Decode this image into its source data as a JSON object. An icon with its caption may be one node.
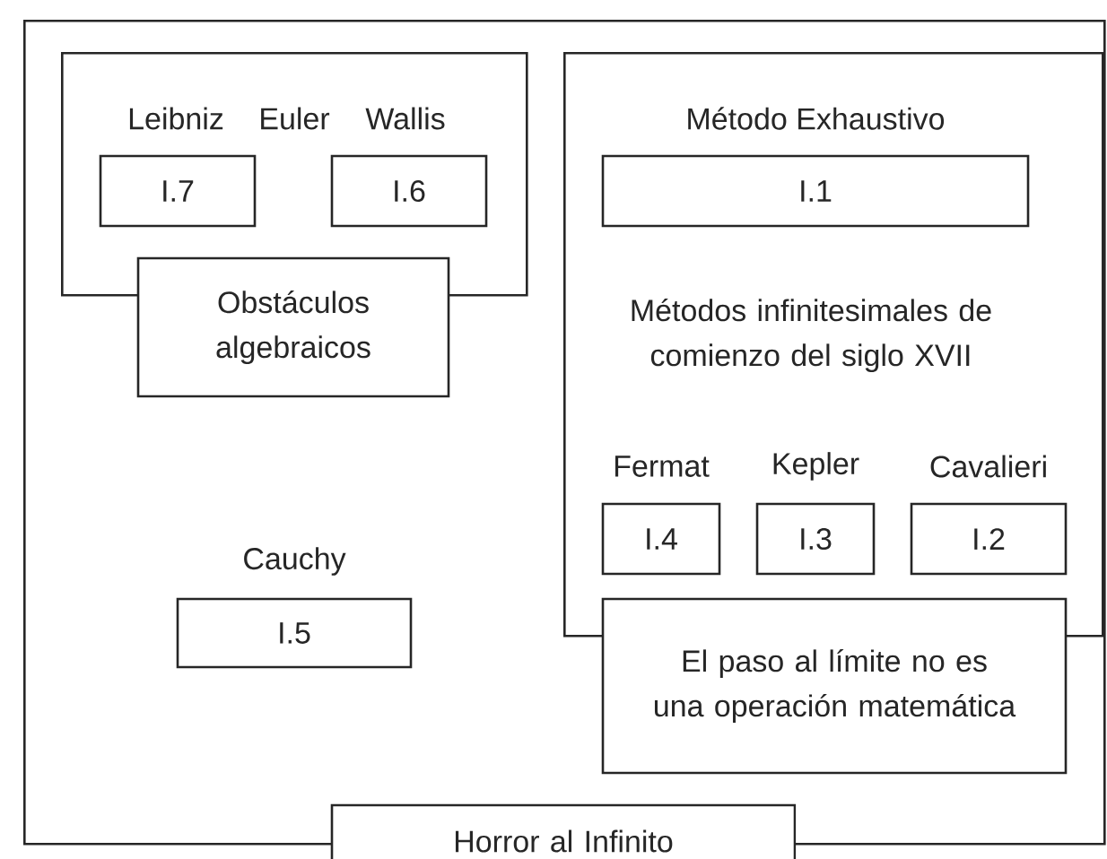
{
  "diagram": {
    "nodes": [
      {
        "text": [
          "Horror al Infinito"
        ]
      },
      {
        "text": [
          "Obstáculos algebraicos"
        ],
        "in": 0
      },
      {
        "text": [
          "I.7"
        ],
        "in": 1,
        "beside": [
          "Leibniz"
        ]
      },
      {
        "text": [
          "I.6"
        ],
        "in": 1,
        "beside": [
          "Wallis"
        ]
      },
      {
        "text": [
          "El paso al límite no es una operación matemática"
        ],
        "in": 0
      },
      {
        "text": [
          "I.1"
        ],
        "in": 4,
        "beside": [
          "Método Exhaustivo"
        ]
      },
      {
        "text": [
          "I.4"
        ],
        "in": 4,
        "beside": [
          "Fermat"
        ]
      },
      {
        "text": [
          "I.3"
        ],
        "in": 4,
        "beside": [
          "Kepler"
        ]
      },
      {
        "text": [
          "I.2"
        ],
        "in": 4,
        "beside": [
          "Cavalieri"
        ]
      },
      {
        "text": [
          "I.5"
        ],
        "in": 0,
        "beside": [
          "Cauchy"
        ]
      }
    ],
    "labels": [
      "Euler",
      "Métodos infinitesimales de comienzo del siglo XVII"
    ]
  }
}
